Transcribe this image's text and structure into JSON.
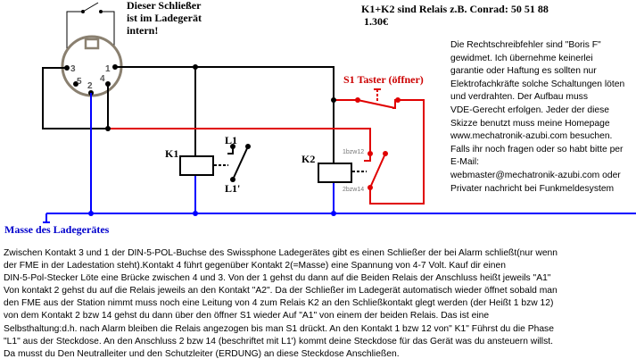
{
  "diagram": {
    "switch_note": [
      "Dieser Schließer",
      "ist im Ladegerät",
      "intern!"
    ],
    "relay_note": "K1+K2 sind Relais z.B. Conrad: 50 51 88",
    "price": "1.30€",
    "s1_label": "S1 Taster (öffner)",
    "k1_label": "K1",
    "k2_label": "K2",
    "l1_label": "L1",
    "l1p_label": "L1'",
    "k2_contact1": "1bzw12",
    "k2_contact2": "2bzw14",
    "ground_label": "Masse des Ladegerätes",
    "pins": [
      "3",
      "1",
      "5",
      "2",
      "4"
    ],
    "colors": {
      "wire": "#000000",
      "ground": "#0000ff",
      "relay_wire": "#e00000",
      "label_red": "#cc0000",
      "ground_label": "#0000cc"
    }
  },
  "notes": [
    "Die Rechtschreibfehler sind \"Boris F\"",
    "gewidmet. Ich übernehme keinerlei",
    "garantie oder Haftung es sollten nur",
    "Elektrofachkräfte solche Schaltungen löten",
    "und verdrahten. Der Aufbau muss",
    "VDE-Gerecht erfolgen. Jeder der diese",
    "Skizze benutzt muss meine Homepage",
    "www.mechatronik-azubi.com besuchen.",
    "Falls ihr noch fragen oder so habt bitte per",
    "E-Mail:",
    "webmaster@mechatronik-azubi.com oder",
    "Privater nachricht bei Funkmeldesystem"
  ],
  "description": [
    "Zwischen Kontakt 3 und 1 der DIN-5-POL-Buchse des Swissphone Ladegerätes gibt es einen Schließer der bei Alarm schließt(nur wenn",
    "der FME in der Ladestation steht).Kontakt 4 führt gegenüber Kontakt 2(=Masse) eine Spannung von 4-7 Volt. Kauf dir einen",
    "DIN-5-Pol-Stecker Löte eine Brücke zwischen 4 und 3. Von der 1 gehst du dann auf die Beiden Relais der Anschluss heißt jeweils \"A1\"",
    "Von kontakt 2 gehst du auf die Relais jeweils an den Kontakt \"A2\". Da der Schließer im Ladegerät automatisch wieder öffnet sobald man",
    "den FME aus der Station nimmt muss noch eine Leitung von 4 zum Relais K2 an den Schließkontakt glegt werden (der Heißt 1 bzw 12)",
    "von dem Kontakt 2 bzw 14  gehst du dann über den öffner S1 wieder Auf \"A1\" von einem der beiden Relais. Das ist eine",
    "Selbsthaltung:d.h. nach Alarm bleiben die Relais angezogen bis man S1 drückt. An den Kontakt 1 bzw 12 von\" K1\" Führst du die Phase",
    "\"L1\" aus der Steckdose. An den Anschluss  2 bzw 14 (beschriftet mit L1') kommt deine Steckdose für das Gerät was du ansteuern willst.",
    " Da musst du Den Neutralleiter und den Schutzleiter (ERDUNG) an diese Steckdose Anschließen."
  ]
}
